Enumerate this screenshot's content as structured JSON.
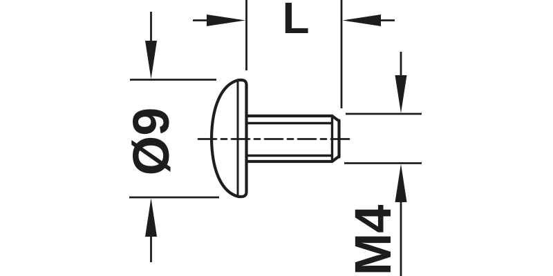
{
  "labels": {
    "length": "L",
    "head_diameter": "Ø9",
    "thread": "M4"
  },
  "colors": {
    "line": "#1d1d1b",
    "background": "#ffffff"
  }
}
